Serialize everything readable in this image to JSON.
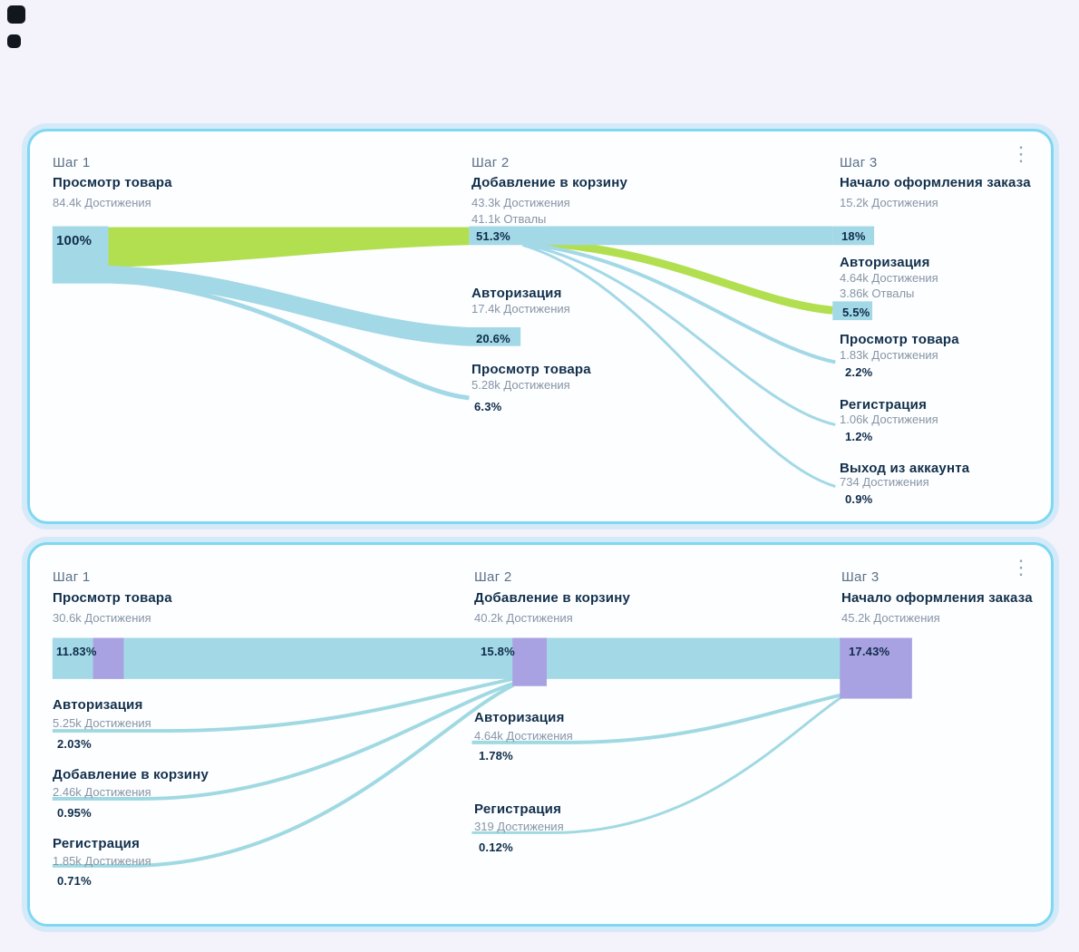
{
  "ui": {
    "menu_icon": "⋮",
    "colors": {
      "flow_blue": "#a3d8e7",
      "flow_green": "#b2df50",
      "flow_purple": "#a9a2e2",
      "text_dark": "#122f4b",
      "text_gray": "#8795a6",
      "step_gray": "#5a7087",
      "card_border": "#7fd7f2",
      "page_bg": "#f4f2fa"
    }
  },
  "chart_data": [
    {
      "type": "funnel",
      "layout": "sankey-horizontal",
      "columns": [
        {
          "step_label": "Шаг 1",
          "title": "Просмотр товара",
          "metrics": [
            "84.4k Достижения"
          ],
          "pct": "100%",
          "pct_value": 100,
          "items": []
        },
        {
          "step_label": "Шаг 2",
          "title": "Добавление в корзину",
          "metrics": [
            "43.3k Достижения",
            "41.1k Отвалы"
          ],
          "pct": "51.3%",
          "pct_value": 51.3,
          "items": [
            {
              "title": "Авторизация",
              "metrics": [
                "17.4k Достижения"
              ],
              "pct": "20.6%",
              "pct_value": 20.6
            },
            {
              "title": "Просмотр товара",
              "metrics": [
                "5.28k Достижения"
              ],
              "pct": "6.3%",
              "pct_value": 6.3
            }
          ]
        },
        {
          "step_label": "Шаг 3",
          "title": "Начало оформления заказа",
          "metrics": [
            "15.2k Достижения"
          ],
          "pct": "18%",
          "pct_value": 18,
          "items": [
            {
              "title": "Авторизация",
              "metrics": [
                "4.64k Достижения",
                "3.86k Отвалы"
              ],
              "pct": "5.5%",
              "pct_value": 5.5
            },
            {
              "title": "Просмотр товара",
              "metrics": [
                "1.83k Достижения"
              ],
              "pct": "2.2%",
              "pct_value": 2.2
            },
            {
              "title": "Регистрация",
              "metrics": [
                "1.06k Достижения"
              ],
              "pct": "1.2%",
              "pct_value": 1.2
            },
            {
              "title": "Выход из аккаунта",
              "metrics": [
                "734 Достижения"
              ],
              "pct": "0.9%",
              "pct_value": 0.9
            }
          ]
        }
      ]
    },
    {
      "type": "funnel",
      "layout": "sankey-horizontal",
      "columns": [
        {
          "step_label": "Шаг 1",
          "title": "Просмотр товара",
          "metrics": [
            "30.6k Достижения"
          ],
          "pct": "11.83%",
          "pct_value": 11.83,
          "items": [
            {
              "title": "Авторизация",
              "metrics": [
                "5.25k Достижения"
              ],
              "pct": "2.03%",
              "pct_value": 2.03
            },
            {
              "title": "Добавление в корзину",
              "metrics": [
                "2.46k Достижения"
              ],
              "pct": "0.95%",
              "pct_value": 0.95
            },
            {
              "title": "Регистрация",
              "metrics": [
                "1.85k Достижения"
              ],
              "pct": "0.71%",
              "pct_value": 0.71
            }
          ]
        },
        {
          "step_label": "Шаг 2",
          "title": "Добавление в корзину",
          "metrics": [
            "40.2k Достижения"
          ],
          "pct": "15.8%",
          "pct_value": 15.8,
          "items": [
            {
              "title": "Авторизация",
              "metrics": [
                "4.64k Достижения"
              ],
              "pct": "1.78%",
              "pct_value": 1.78
            },
            {
              "title": "Регистрация",
              "metrics": [
                "319 Достижения"
              ],
              "pct": "0.12%",
              "pct_value": 0.12
            }
          ]
        },
        {
          "step_label": "Шаг 3",
          "title": "Начало оформления заказа",
          "metrics": [
            "45.2k Достижения"
          ],
          "pct": "17.43%",
          "pct_value": 17.43,
          "items": []
        }
      ]
    }
  ]
}
